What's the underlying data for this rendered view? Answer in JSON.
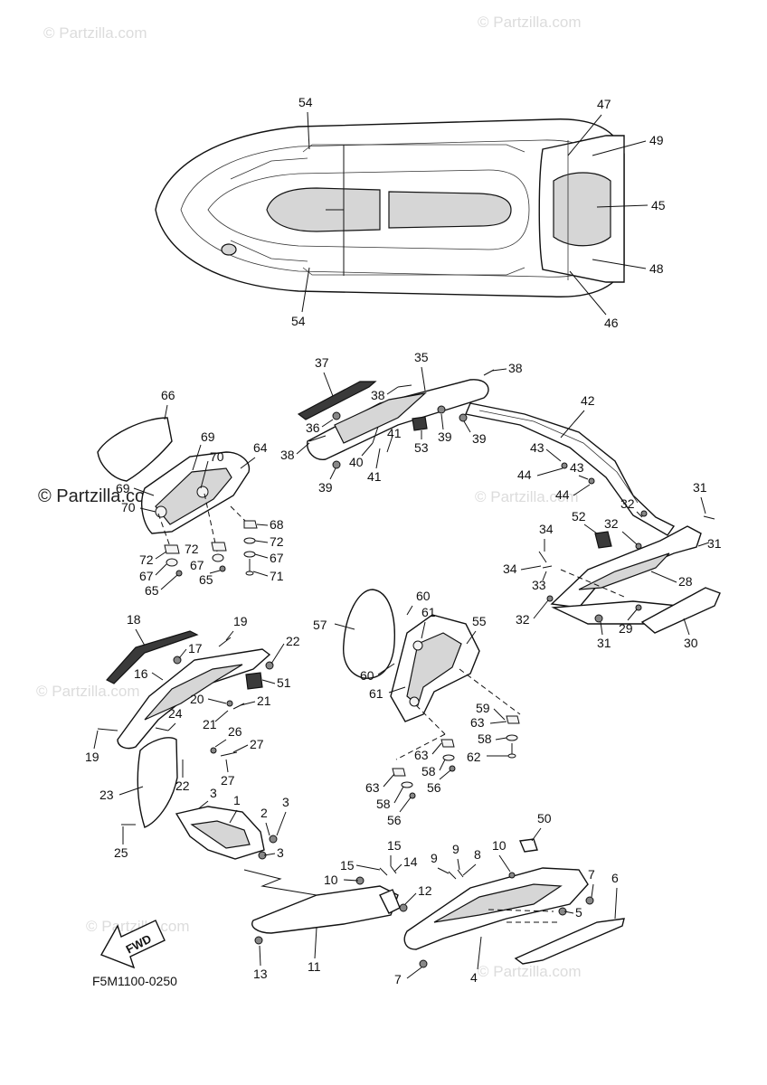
{
  "watermark": "© Partzilla.com",
  "figure_code": "F5M1100-0250",
  "fwd_label": "FWD",
  "callouts": {
    "c54a": "54",
    "c54b": "54",
    "c47": "47",
    "c49": "49",
    "c45": "45",
    "c48": "48",
    "c46": "46",
    "c66": "66",
    "c69a": "69",
    "c70a": "70",
    "c69b": "69",
    "c70b": "70",
    "c64": "64",
    "c68": "68",
    "c72a": "72",
    "c72b": "72",
    "c72c": "72",
    "c67a": "67",
    "c67b": "67",
    "c67c": "67",
    "c65a": "65",
    "c65b": "65",
    "c71": "71",
    "c37": "37",
    "c35": "35",
    "c38a": "38",
    "c38b": "38",
    "c38c": "38",
    "c36": "36",
    "c41a": "41",
    "c41b": "41",
    "c40": "40",
    "c53": "53",
    "c39a": "39",
    "c39b": "39",
    "c39c": "39",
    "c42": "42",
    "c43a": "43",
    "c43b": "43",
    "c44a": "44",
    "c44b": "44",
    "c31a": "31",
    "c31b": "31",
    "c31c": "31",
    "c32a": "32",
    "c32b": "32",
    "c32c": "32",
    "c52": "52",
    "c34a": "34",
    "c34b": "34",
    "c33": "33",
    "c28": "28",
    "c29": "29",
    "c30": "30",
    "c18": "18",
    "c19a": "19",
    "c19b": "19",
    "c17": "17",
    "c22a": "22",
    "c22b": "22",
    "c16": "16",
    "c51": "51",
    "c20": "20",
    "c21a": "21",
    "c21b": "21",
    "c24": "24",
    "c26": "26",
    "c27a": "27",
    "c27b": "27",
    "c23": "23",
    "c3a": "3",
    "c3b": "3",
    "c3c": "3",
    "c1": "1",
    "c2": "2",
    "c25": "25",
    "c57": "57",
    "c60a": "60",
    "c60b": "60",
    "c61a": "61",
    "c61b": "61",
    "c55": "55",
    "c59": "59",
    "c63a": "63",
    "c63b": "63",
    "c63c": "63",
    "c58a": "58",
    "c58b": "58",
    "c58c": "58",
    "c62": "62",
    "c56a": "56",
    "c56b": "56",
    "c50": "50",
    "c15a": "15",
    "c15b": "15",
    "c14": "14",
    "c9a": "9",
    "c9b": "9",
    "c8": "8",
    "c10a": "10",
    "c10b": "10",
    "c12": "12",
    "c7a": "7",
    "c7b": "7",
    "c6": "6",
    "c5": "5",
    "c4": "4",
    "c11": "11",
    "c13": "13"
  }
}
